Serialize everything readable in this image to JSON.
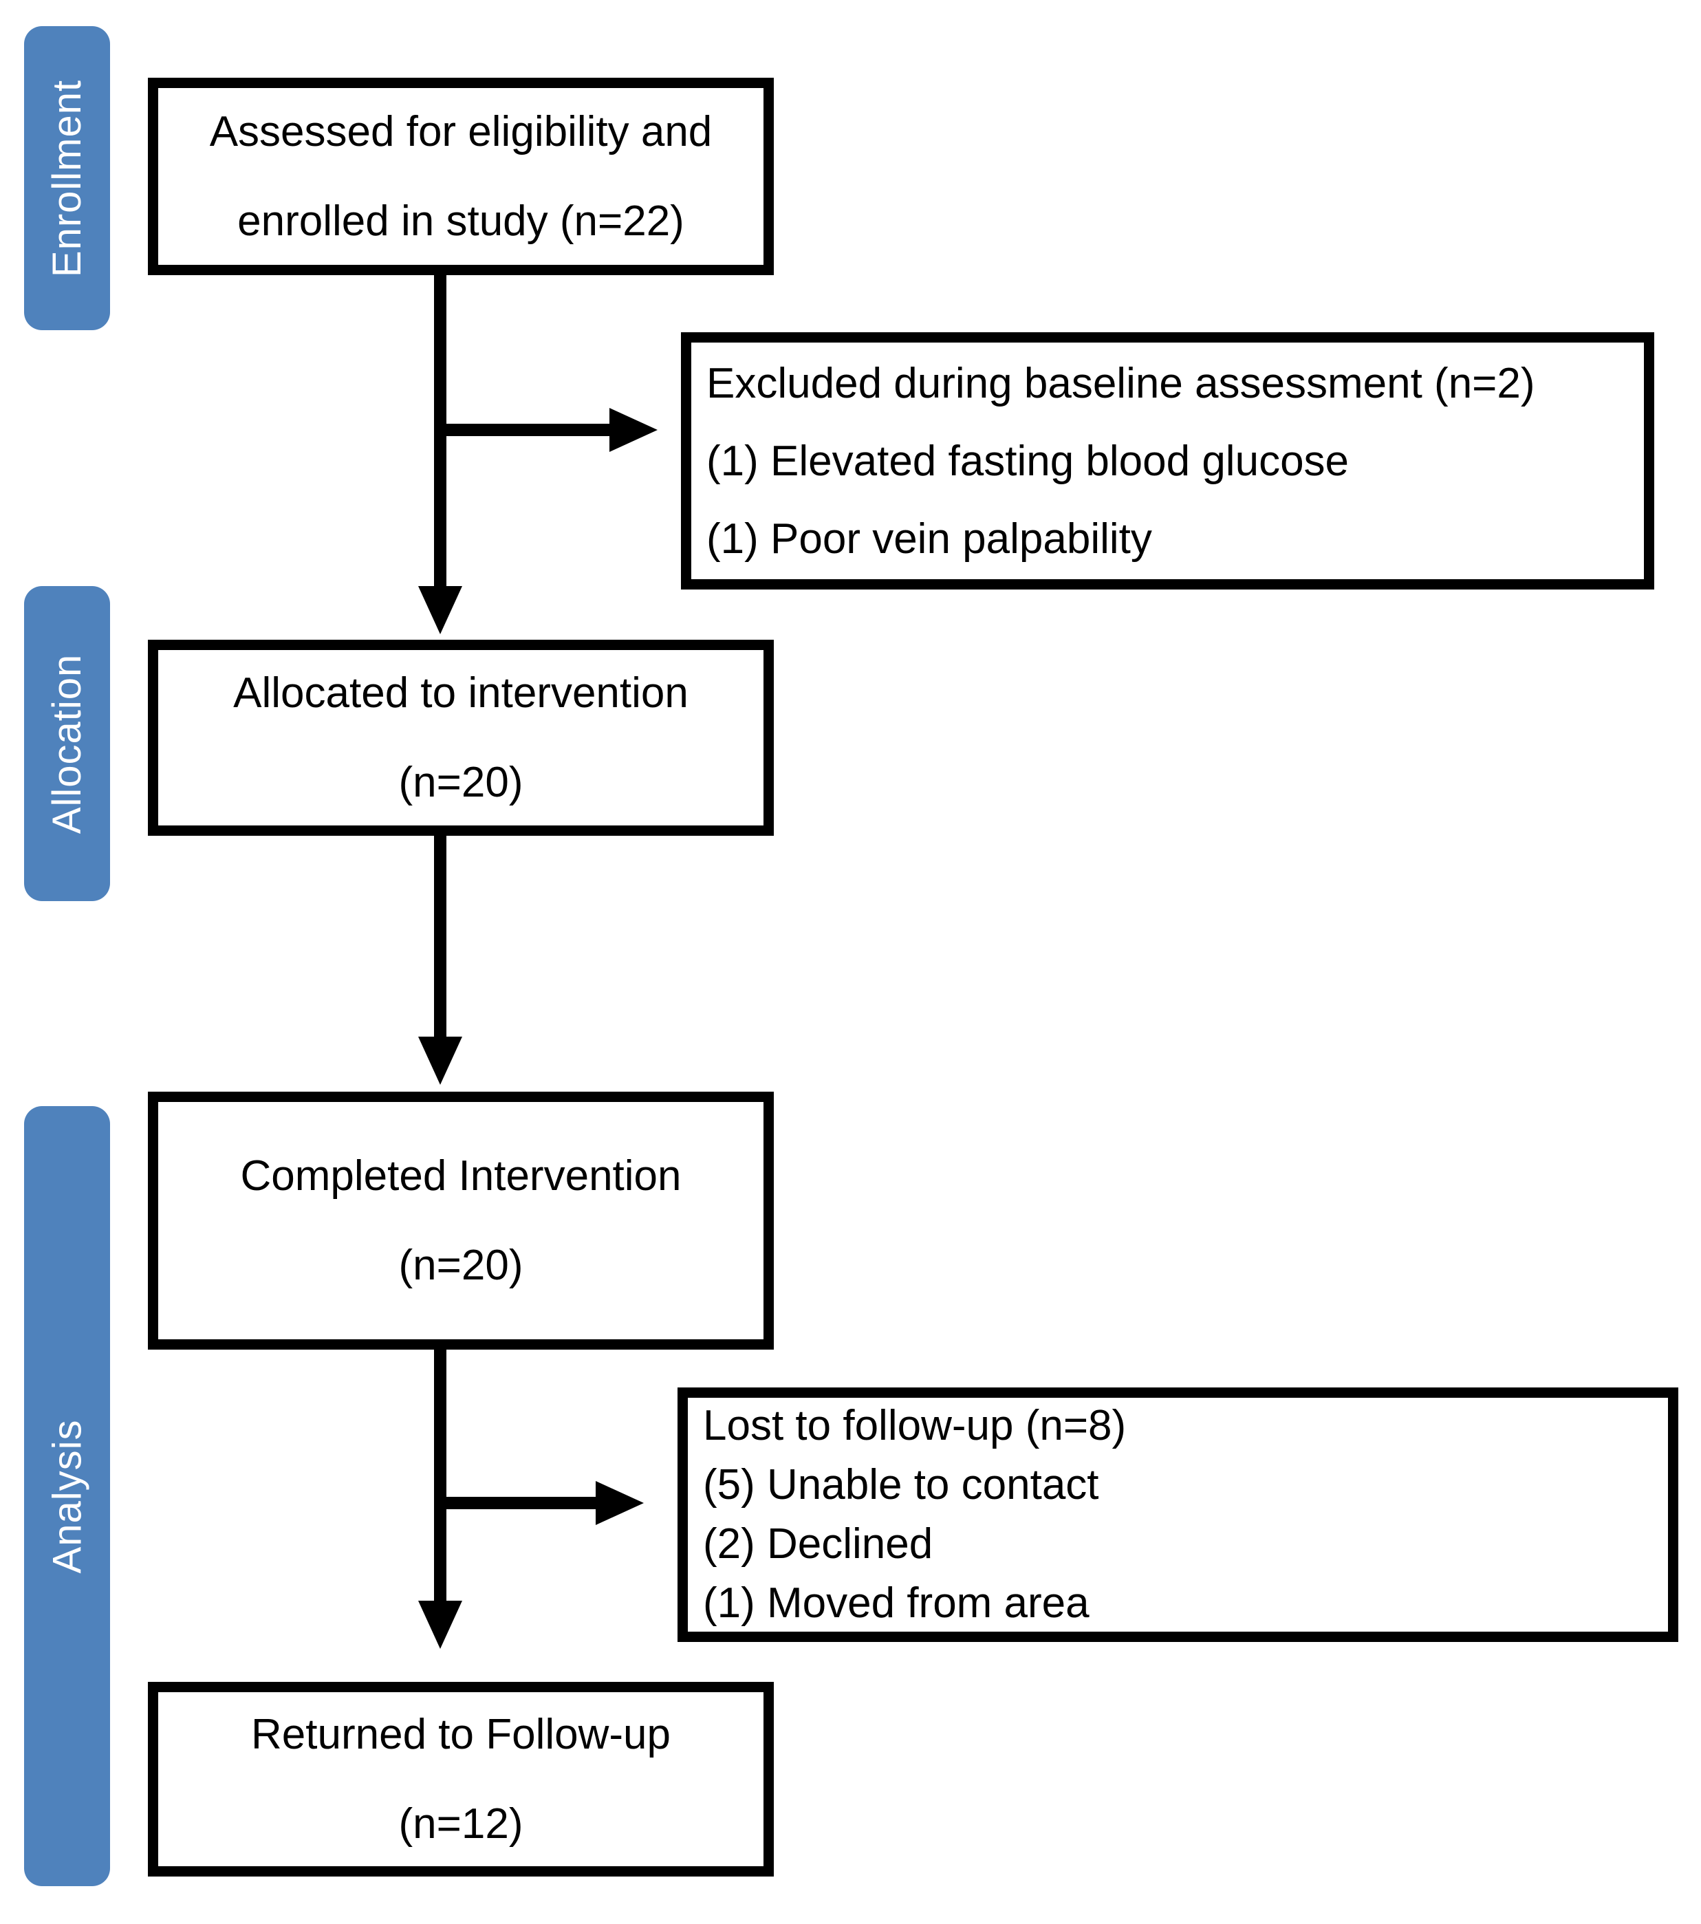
{
  "diagram": {
    "type": "consort-flow-diagram",
    "colors": {
      "stage_label_bg": "#4F82BC",
      "stage_label_text": "#FFFFFF",
      "box_bg": "#FFFFFF",
      "box_border": "#000000",
      "text": "#000000",
      "arrow": "#000000"
    },
    "stages": [
      {
        "label": "Enrollment"
      },
      {
        "label": "Allocation"
      },
      {
        "label": "Analysis"
      }
    ],
    "flow": {
      "assessed": {
        "line1": "Assessed for eligibility and",
        "line2": "enrolled in study (n=22)"
      },
      "excluded": {
        "title": "Excluded during baseline assessment (n=2)",
        "items": [
          "(1) Elevated fasting blood glucose",
          "(1) Poor vein palpability"
        ]
      },
      "allocated": {
        "line1": "Allocated to intervention",
        "line2": "(n=20)"
      },
      "completed": {
        "line1": "Completed Intervention",
        "line2": "(n=20)"
      },
      "lost": {
        "title": "Lost to follow-up (n=8)",
        "items": [
          "(5) Unable to contact",
          "(2) Declined",
          "(1) Moved from area"
        ]
      },
      "returned": {
        "line1": "Returned to Follow-up",
        "line2": "(n=12)"
      }
    }
  }
}
